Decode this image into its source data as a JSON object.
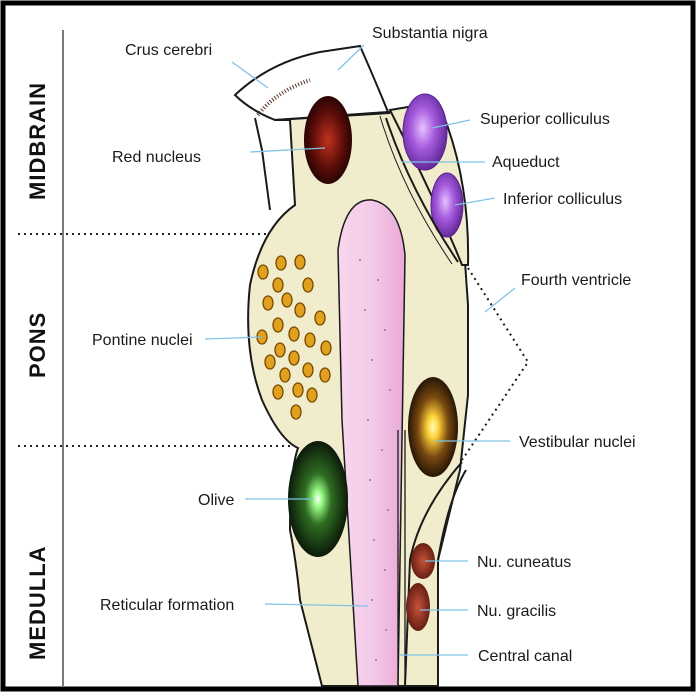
{
  "regions": {
    "midbrain": "MIDBRAIN",
    "pons": "PONS",
    "medulla": "MEDULLA"
  },
  "labels": {
    "crus_cerebri": "Crus cerebri",
    "substantia_nigra": "Substantia nigra",
    "red_nucleus": "Red nucleus",
    "superior_colliculus": "Superior colliculus",
    "aqueduct": "Aqueduct",
    "inferior_colliculus": "Inferior colliculus",
    "fourth_ventricle": "Fourth ventricle",
    "pontine_nuclei": "Pontine nuclei",
    "vestibular_nuclei": "Vestibular nuclei",
    "olive": "Olive",
    "nu_cuneatus": "Nu. cuneatus",
    "reticular_formation": "Reticular formation",
    "nu_gracilis": "Nu. gracilis",
    "central_canal": "Central canal"
  },
  "colors": {
    "brainstem_fill": "#f1edcc",
    "reticular_pink": "#f2c4e4",
    "colliculus_purple": "#9b4fd0",
    "red_nucleus": "#8a1a12",
    "pontine_dot": "#e0a020",
    "olive_core": "#7dff6a",
    "vestibular_core": "#ffd23a",
    "gracile_cuneate": "#9a2e1e",
    "leader_line": "#7fc3e6"
  }
}
